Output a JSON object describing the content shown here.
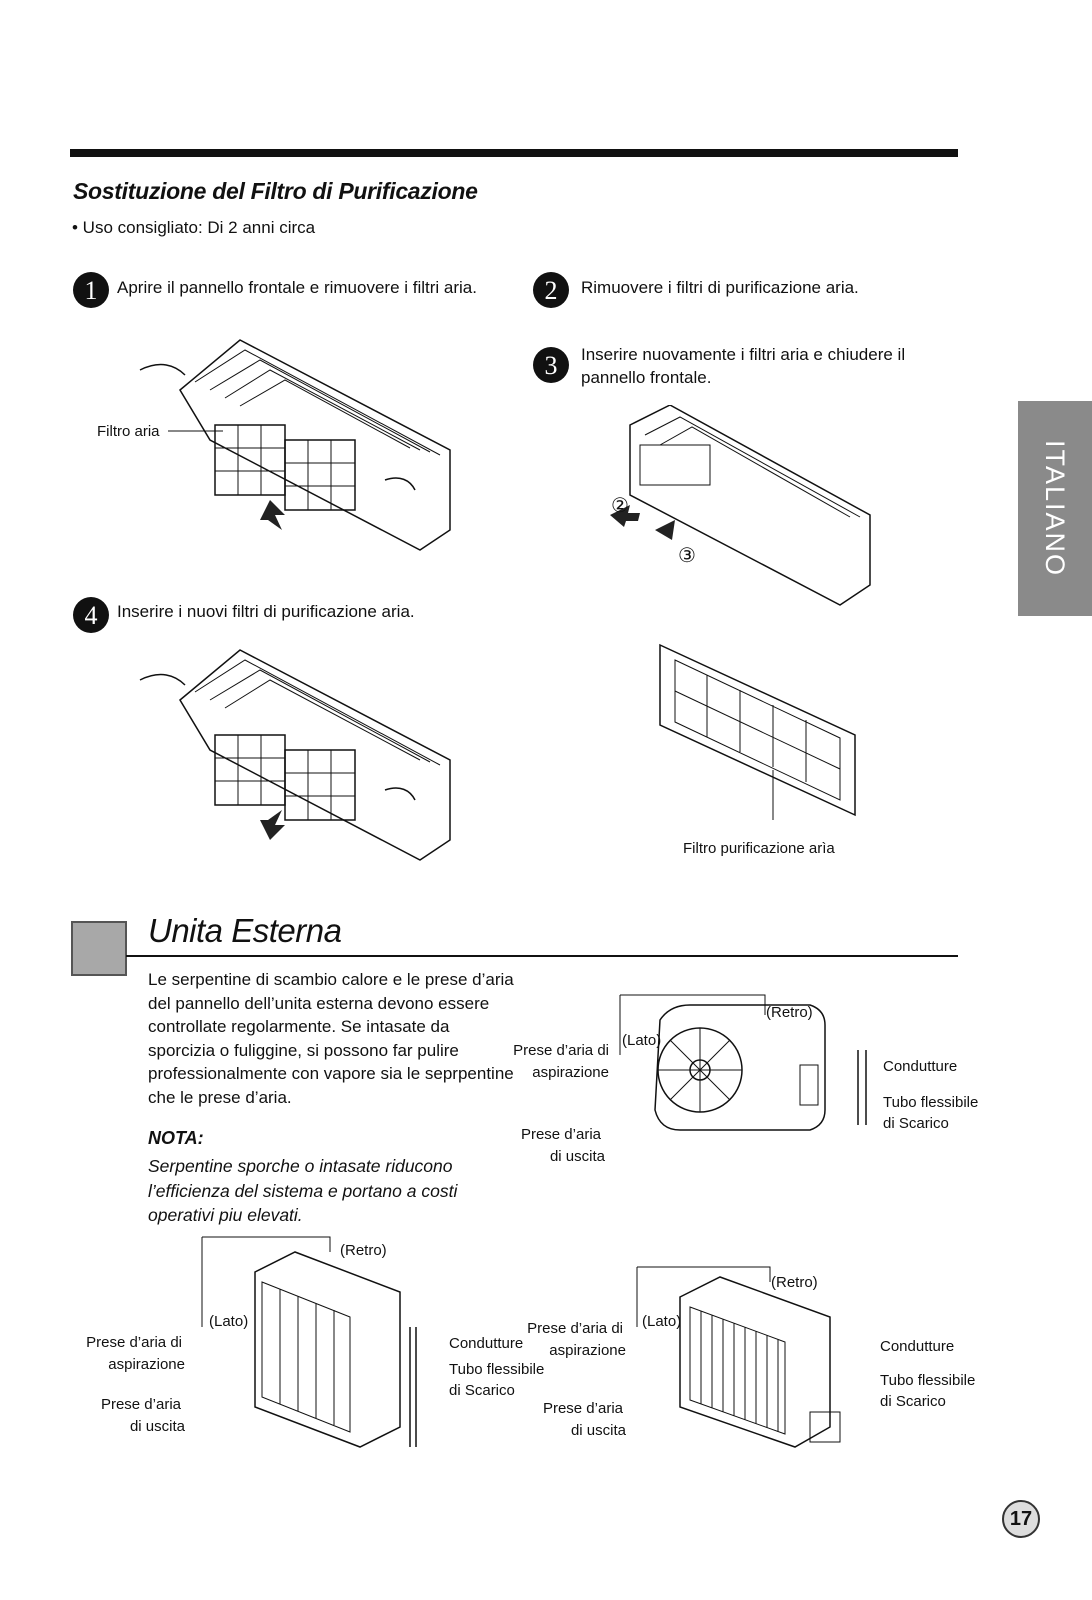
{
  "header": {
    "title": "Sostituzione del Filtro di Purificazione",
    "recommended_use": "• Uso consigliato: Di 2 anni circa"
  },
  "steps": [
    {
      "number": "1",
      "text": "Aprire il pannello frontale e rimuovere i filtri aria."
    },
    {
      "number": "2",
      "text": "Rimuovere i filtri di purificazione aria."
    },
    {
      "number": "3",
      "text": "Inserire nuovamente i filtri aria e chiudere il pannello frontale."
    },
    {
      "number": "4",
      "text": "Inserire i nuovi filtri di purificazione aria."
    }
  ],
  "figure_labels": {
    "air_filter": "Filtro aria",
    "circle_2": "②",
    "circle_3": "③",
    "purification_filter": "Filtro purificazione arìa"
  },
  "side_tab": "ITALIANO",
  "outdoor": {
    "title": "Unita Esterna",
    "paragraph": "Le serpentine di scambio calore  e le prese d’aria del pannello dell’unita esterna devono essere controllate regolarmente. Se intasate da sporcizia o fuliggine, si possono far pulire professionalmente con vapore sia le seprpentine che le prese d’aria.",
    "note_label": "NOTA:",
    "note_text": "Serpentine sporche o intasate riducono l’efficienza del sistema e portano a costi operativi piu elevati."
  },
  "unit_labels": {
    "retro": "(Retro)",
    "lato": "(Lato)",
    "intake_1": "Prese d’aria di",
    "intake_2": "aspirazione",
    "outlet_1": "Prese d’aria",
    "outlet_2": "di uscita",
    "piping": "Condutture",
    "drain_1": "Tubo flessibile",
    "drain_2": "di Scarico"
  },
  "page_number": "17"
}
